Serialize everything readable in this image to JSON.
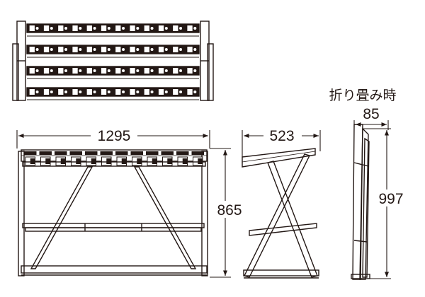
{
  "caption": {
    "folded_label": "折り畳み時"
  },
  "dimensions": {
    "width": "1295",
    "depth": "523",
    "height": "865",
    "folded_depth": "85",
    "folded_height": "997"
  },
  "colors": {
    "line": "#231815",
    "background": "#ffffff"
  },
  "rack": {
    "slot_rows_top_view": 4,
    "slots_per_row": 12
  }
}
